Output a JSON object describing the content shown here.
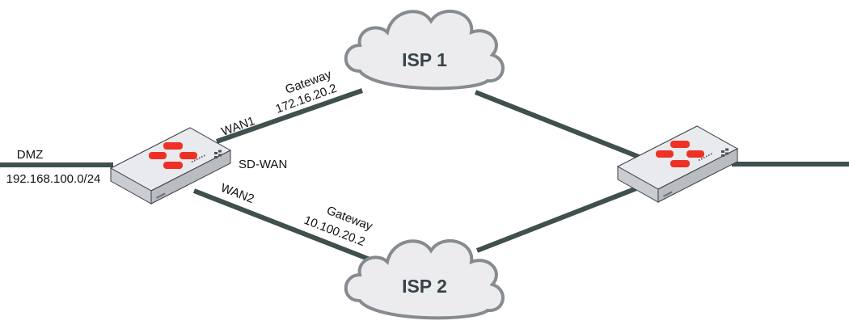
{
  "diagram": {
    "colors": {
      "link": "#3f504e",
      "cloud_fill": "#ececee",
      "cloud_stroke": "#868b90",
      "logo": "#ee3124",
      "device_top": "#e9eaee",
      "device_side": "#b9bcc1"
    },
    "nodes": {
      "isp1": {
        "label": "ISP 1"
      },
      "isp2": {
        "label": "ISP 2"
      },
      "local_firewall": {
        "label": "SD-WAN",
        "icon": "firewall-appliance-icon"
      },
      "remote_firewall": {
        "icon": "firewall-appliance-icon"
      }
    },
    "links": {
      "dmz": {
        "name": "DMZ",
        "subnet": "192.168.100.0/24"
      },
      "wan1": {
        "interface": "WAN1",
        "gateway_label": "Gateway",
        "gateway_ip": "172.16.20.2"
      },
      "wan2": {
        "interface": "WAN2",
        "gateway_label": "Gateway",
        "gateway_ip": "10.100.20.2"
      }
    }
  }
}
